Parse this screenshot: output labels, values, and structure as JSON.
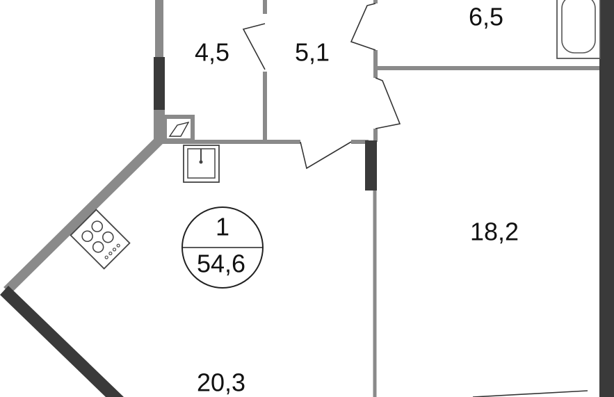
{
  "plan": {
    "colors": {
      "background": "#ffffff",
      "wall_dark": "#3a3a3a",
      "wall_light": "#8a8a8a",
      "fixture_stroke": "#555555",
      "text": "#111111"
    },
    "apartment": {
      "rooms_count": "1",
      "total_area": "54,6"
    },
    "rooms": {
      "wc_area": "4,5",
      "hall_area": "5,1",
      "bath_area": "6,5",
      "bedroom_area": "18,2",
      "kitchen_living_area": "20,3"
    },
    "fixtures": [
      "sink-icon",
      "stove-icon",
      "bathtub-icon",
      "shaft-icon"
    ]
  }
}
